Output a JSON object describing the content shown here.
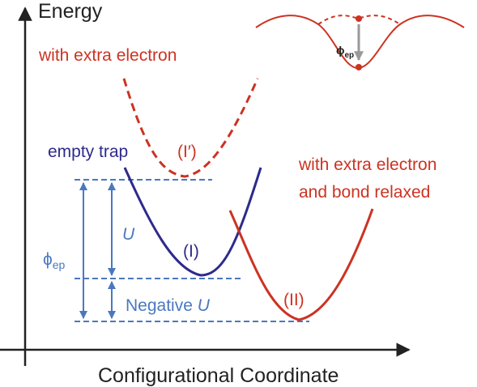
{
  "axes": {
    "y_label": "Energy",
    "x_label": "Configurational Coordinate"
  },
  "curves": {
    "extra_electron": {
      "label": "with extra electron",
      "state_label": "(I′)",
      "color": "#cc3322",
      "style": "dashed"
    },
    "empty_trap": {
      "label": "empty trap",
      "state_label": "(I)",
      "color": "#2e2a8c",
      "style": "solid"
    },
    "relaxed": {
      "label_line1": "with extra electron",
      "label_line2": "and bond relaxed",
      "state_label": "(II)",
      "color": "#cc3322",
      "style": "solid"
    }
  },
  "energy_levels": {
    "color": "#4a78c0",
    "phi_ep_symbol": "ϕ",
    "phi_ep_subscript": "ep",
    "u_label": "U",
    "negative_u_prefix": "Negative ",
    "negative_u_symbol": "U"
  },
  "inset": {
    "phi_symbol": "ϕ",
    "phi_subscript": "ep",
    "wave_color": "#cc3322",
    "arrow_color": "#999999"
  }
}
